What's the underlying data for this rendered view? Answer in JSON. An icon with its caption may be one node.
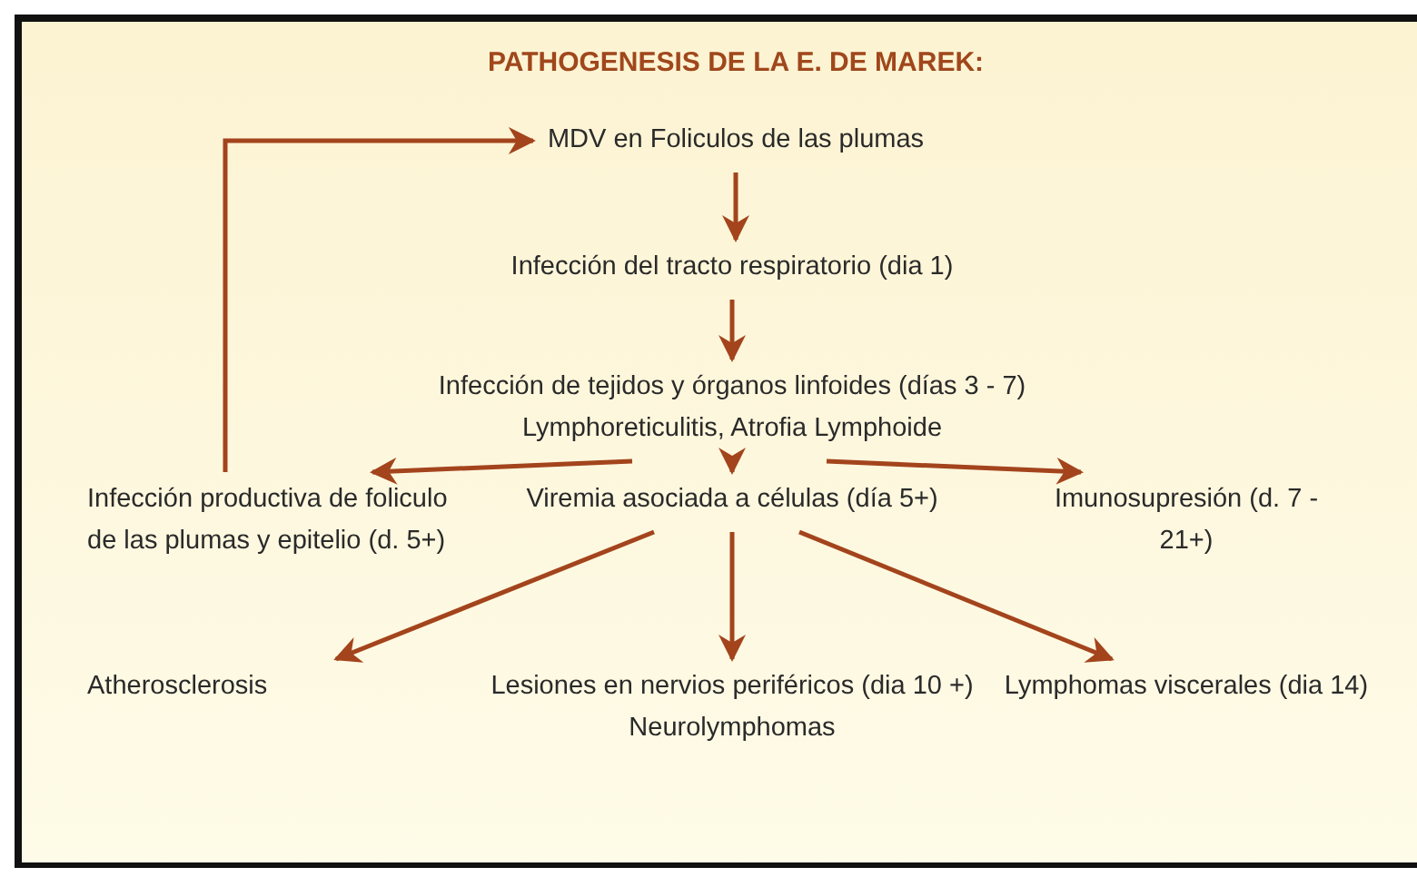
{
  "diagram": {
    "title": "PATHOGENESIS DE LA E. DE MAREK:",
    "nodes": [
      {
        "text": [
          "MDV en Foliculos de las plumas"
        ]
      },
      {
        "text": [
          "Infección del tracto respiratorio (dia 1)"
        ]
      },
      {
        "text": [
          "Infección de tejidos y órganos linfoides (días 3 - 7)",
          "Lymphoreticulitis, Atrofia Lymphoide"
        ]
      },
      {
        "text": [
          "Infección productiva de foliculo de las plumas y epitelio (d. 5+)"
        ]
      },
      {
        "text": [
          "Viremia asociada a células (día 5+)"
        ]
      },
      {
        "text": [
          "Imunosupresión (d. 7 - 21+)"
        ]
      },
      {
        "text": [
          "Atherosclerosis"
        ]
      },
      {
        "text": [
          "Lesiones en nervios periféricos (dia 10 +)",
          "Neurolymphomas"
        ]
      },
      {
        "text": [
          "Lymphomas viscerales (dia 14)"
        ]
      }
    ],
    "edges": [
      {
        "from": 0,
        "to": 1,
        "arrow": "to"
      },
      {
        "from": 1,
        "to": 2,
        "arrow": "to"
      },
      {
        "from": 2,
        "to": 3,
        "arrow": "to"
      },
      {
        "from": 2,
        "to": 4,
        "arrow": "to"
      },
      {
        "from": 2,
        "to": 5,
        "arrow": "to"
      },
      {
        "from": 4,
        "to": 6,
        "arrow": "to"
      },
      {
        "from": 4,
        "to": 7,
        "arrow": "to"
      },
      {
        "from": 4,
        "to": 8,
        "arrow": "to"
      },
      {
        "from": 3,
        "to": 0,
        "arrow": "to"
      }
    ]
  }
}
